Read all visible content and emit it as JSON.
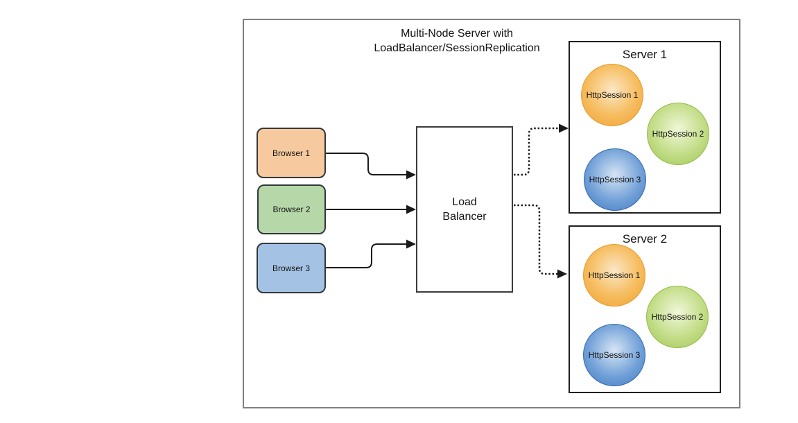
{
  "diagram": {
    "title": {
      "line1": "Multi-Node Server with",
      "line2": "LoadBalancer/SessionReplication"
    },
    "browsers": [
      {
        "label": "Browser 1",
        "fill": "#F6CA9E"
      },
      {
        "label": "Browser 2",
        "fill": "#B6D7A8"
      },
      {
        "label": "Browser 3",
        "fill": "#A4C2E4"
      }
    ],
    "load_balancer": {
      "line1": "Load",
      "line2": "Balancer"
    },
    "servers": [
      {
        "title": "Server 1",
        "sessions": [
          {
            "label": "HttpSession 1",
            "fill": "#F0A132"
          },
          {
            "label": "HttpSession 2",
            "fill": "#9EC754"
          },
          {
            "label": "HttpSession 3",
            "fill": "#3E78C2"
          }
        ]
      },
      {
        "title": "Server 2",
        "sessions": [
          {
            "label": "HttpSession 1",
            "fill": "#F0A132"
          },
          {
            "label": "HttpSession 2",
            "fill": "#9EC754"
          },
          {
            "label": "HttpSession 3",
            "fill": "#3E78C2"
          }
        ]
      }
    ],
    "connections": {
      "solid": [
        "Browser 1 -> Load Balancer",
        "Browser 2 -> Load Balancer",
        "Browser 3 -> Load Balancer"
      ],
      "dotted": [
        "Load Balancer -> Server 1",
        "Load Balancer -> Server 2"
      ]
    },
    "colors": {
      "frame_border": "#7F7F7F",
      "box_border": "#333333",
      "arrow": "#1A1A1A",
      "background": "#FFFFFF"
    }
  }
}
